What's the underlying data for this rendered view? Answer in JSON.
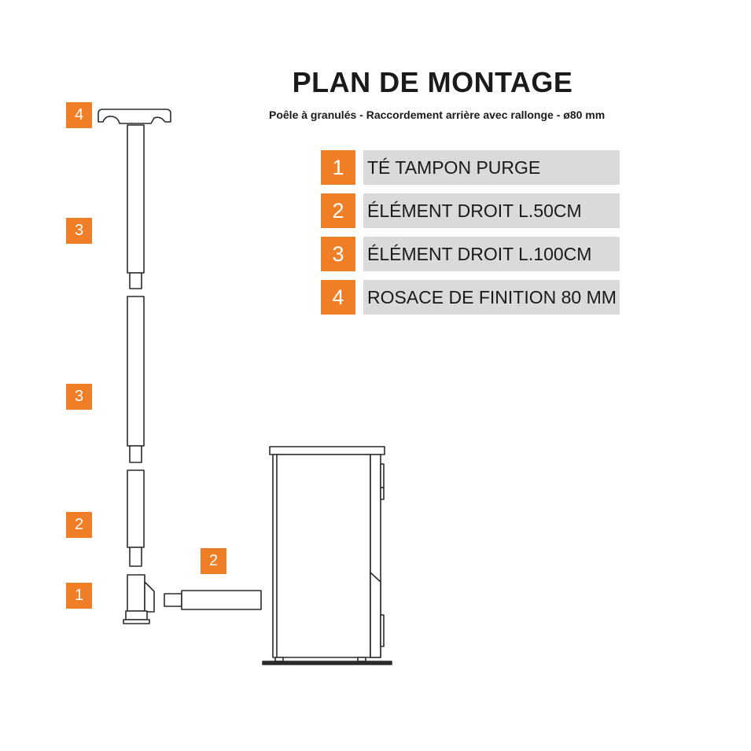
{
  "accent_color": "#f07e26",
  "title": "PLAN DE MONTAGE",
  "subtitle": "Poêle à granulés - Raccordement arrière avec rallonge - ø80 mm",
  "legend": [
    {
      "number": "1",
      "label": "TÉ TAMPON PURGE"
    },
    {
      "number": "2",
      "label": "ÉLÉMENT DROIT L.50CM"
    },
    {
      "number": "3",
      "label": "ÉLÉMENT DROIT L.100CM"
    },
    {
      "number": "4",
      "label": "ROSACE DE FINITION 80 MM"
    }
  ],
  "callouts": [
    {
      "number": "4"
    },
    {
      "number": "3"
    },
    {
      "number": "3"
    },
    {
      "number": "2"
    },
    {
      "number": "2"
    },
    {
      "number": "1"
    }
  ]
}
